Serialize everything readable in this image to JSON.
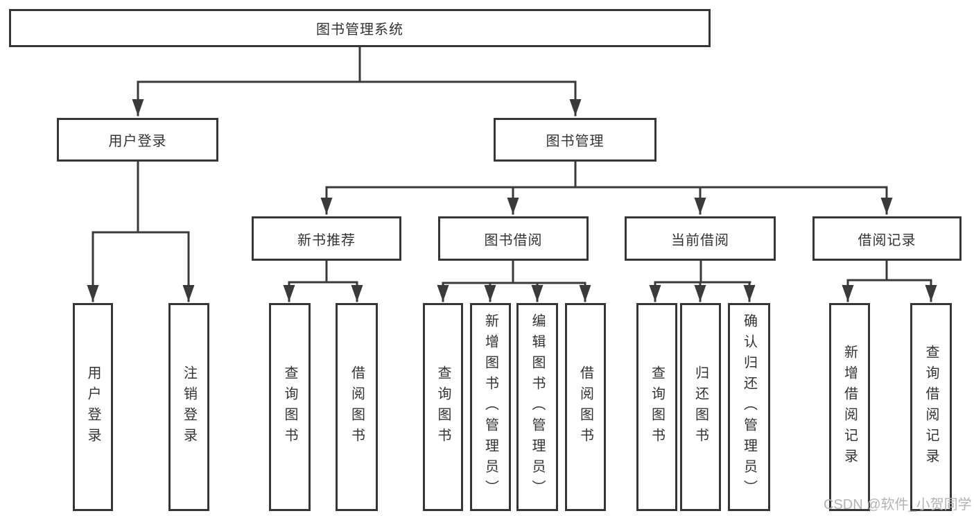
{
  "diagram": {
    "root": {
      "label": "图书管理系统"
    },
    "level2": [
      {
        "label": "用户登录"
      },
      {
        "label": "图书管理"
      }
    ],
    "level3": [
      {
        "label": "新书推荐"
      },
      {
        "label": "图书借阅"
      },
      {
        "label": "当前借阅"
      },
      {
        "label": "借阅记录"
      }
    ],
    "leaves": {
      "user_login": [
        {
          "label": "用户登录"
        },
        {
          "label": "注销登录"
        }
      ],
      "new_book_recommend": [
        {
          "label": "查询图书"
        },
        {
          "label": "借阅图书"
        }
      ],
      "book_borrow": [
        {
          "label": "查询图书"
        },
        {
          "label": "新增图书（管理员）"
        },
        {
          "label": "编辑图书（管理员）"
        },
        {
          "label": "借阅图书"
        }
      ],
      "current_borrow": [
        {
          "label": "查询图书"
        },
        {
          "label": "归还图书"
        },
        {
          "label": "确认归还（管理员）"
        }
      ],
      "borrow_records": [
        {
          "label": "新增借阅记录"
        },
        {
          "label": "查询借阅记录"
        }
      ]
    }
  },
  "watermark": {
    "text": "CSDN @软件_小贺同学"
  },
  "colors": {
    "line": "#3a3a3a",
    "text": "#333333",
    "background": "#ffffff",
    "watermark": "#b3b3b3"
  }
}
